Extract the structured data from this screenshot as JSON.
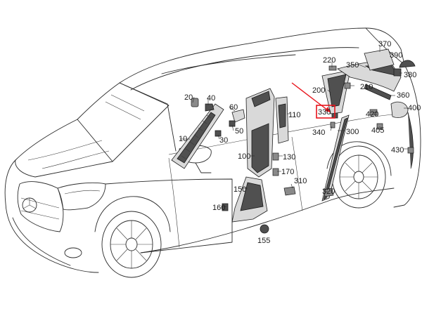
{
  "diagram": {
    "highlight_color": "#e8141c",
    "highlighted_part": "330",
    "part_numbers": [
      {
        "id": "p10",
        "text": "10"
      },
      {
        "id": "p20",
        "text": "20"
      },
      {
        "id": "p30",
        "text": "30"
      },
      {
        "id": "p40",
        "text": "40"
      },
      {
        "id": "p50",
        "text": "50"
      },
      {
        "id": "p60",
        "text": "60"
      },
      {
        "id": "p100",
        "text": "100"
      },
      {
        "id": "p110",
        "text": "110"
      },
      {
        "id": "p130",
        "text": "130"
      },
      {
        "id": "p150",
        "text": "150"
      },
      {
        "id": "p155",
        "text": "155"
      },
      {
        "id": "p160",
        "text": "160"
      },
      {
        "id": "p170",
        "text": "170"
      },
      {
        "id": "p200",
        "text": "200"
      },
      {
        "id": "p210",
        "text": "210"
      },
      {
        "id": "p220",
        "text": "220"
      },
      {
        "id": "p300",
        "text": "300"
      },
      {
        "id": "p310",
        "text": "310"
      },
      {
        "id": "p320",
        "text": "320"
      },
      {
        "id": "p330",
        "text": "330"
      },
      {
        "id": "p340",
        "text": "340"
      },
      {
        "id": "p350",
        "text": "350"
      },
      {
        "id": "p360",
        "text": "360"
      },
      {
        "id": "p370",
        "text": "370"
      },
      {
        "id": "p380",
        "text": "380"
      },
      {
        "id": "p390",
        "text": "390"
      },
      {
        "id": "p400",
        "text": "400"
      },
      {
        "id": "p405",
        "text": "405"
      },
      {
        "id": "p420",
        "text": "420"
      },
      {
        "id": "p430",
        "text": "430"
      }
    ]
  }
}
